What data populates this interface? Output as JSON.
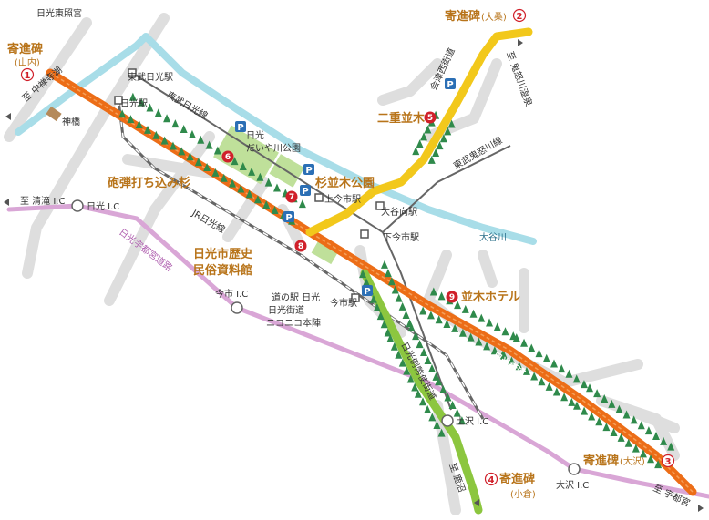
{
  "labels": {
    "nikko_toshogu": "日光東照宮",
    "yoshinhi_sannai": "寄進碑",
    "yoshinhi_sannai_sub": "(山内)",
    "yoshinhi_ogawa_title": "寄進碑",
    "yoshinhi_ogawa_sub": "(大桑)",
    "yoshinhi_kokura": "寄進碑",
    "yoshinhi_kokura_sub": "(小倉)",
    "yoshinhi_osawa": "寄進碑",
    "yoshinhi_osawa_sub": "(大沢)",
    "nijunamiki": "二重並木",
    "houdan": "砲弾打ち込み杉",
    "namiki_park": "杉並木公園",
    "museum_1": "日光市歴史",
    "museum_2": "民俗資料館",
    "namiki_hotel": "並木ホテル",
    "shinkyo": "神橋",
    "to_chuzenji": "至 中禅寺湖",
    "to_kinugawa": "至 鬼怒川温泉",
    "to_kiyotaki": "至 清滝 I.C",
    "to_kanuma": "至 鹿沼",
    "to_utsunomiya": "至 宇都宮",
    "tobu_nikko_st": "東武日光駅",
    "tobu_nikko_line": "東武日光線",
    "nikko_st": "日光駅",
    "daiyagawa_park_1": "日光",
    "daiyagawa_park_2": "だいや川公園",
    "kamiimaichi_st": "上今市駅",
    "jr_nikko_line": "JR日光線",
    "nikko_ic": "日光 I.C",
    "utsunomiya_road": "日光宇都宮道路",
    "shimoimaichi_st": "下今市駅",
    "daiyamukai_st": "大谷向駅",
    "tobu_kinugawa_line": "東武鬼怒川線",
    "daiya_river": "大谷川",
    "imaichi_ic": "今市 I.C",
    "imaichi_st": "今市駅",
    "michinoeki_1": "道の駅 日光",
    "michinoeki_2": "日光街道",
    "michinoeki_3": "ニコニコ本陣",
    "nikko_kaido": "日光街道",
    "aizu_nishi_kaido": "会津西街道",
    "reiheishi_kaido": "日光例幣使街道",
    "tsuchizawa_ic": "土沢 I.C",
    "osawa_ic": "大沢 I.C"
  },
  "markers": {
    "m1": "1",
    "m2": "2",
    "m3": "3",
    "m4": "4",
    "m5": "5",
    "m6": "6",
    "m7": "7",
    "m8": "8",
    "m9": "9"
  },
  "parking": "P",
  "colors": {
    "river": "#8fd3e3",
    "nikko_kaido": "#ec6d17",
    "aizu_nishi_kaido": "#f2c81b",
    "reiheishi_kaido": "#8cc63f",
    "expressway": "#d9a6d6",
    "road": "#dcdcdc",
    "railway": "#555555",
    "tree": "#2f8a4b",
    "park": "#b7d98b",
    "marker": "#d0202a",
    "parking": "#2b6fb5",
    "spot_text": "#b8741a"
  },
  "icons": [
    "tree-icon",
    "parking-icon",
    "station-icon",
    "interchange-icon",
    "arrow-left-icon",
    "arrow-right-icon",
    "bridge-icon"
  ]
}
